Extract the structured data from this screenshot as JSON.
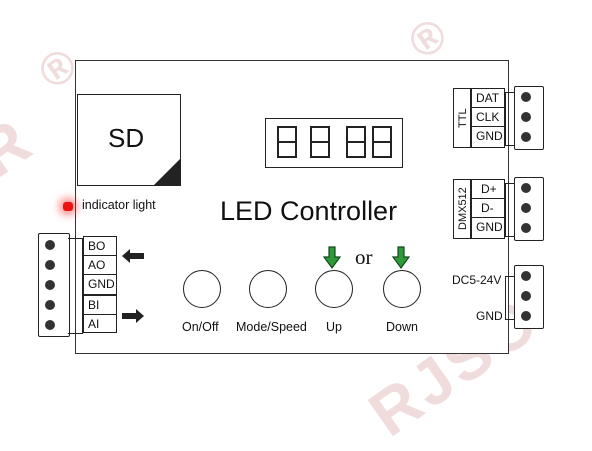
{
  "board": {
    "sd_label": "SD",
    "title": "LED Controller",
    "indicator_label": "indicator light",
    "or_label": "or"
  },
  "buttons": [
    {
      "label": "On/Off"
    },
    {
      "label": "Mode/Speed"
    },
    {
      "label": "Up"
    },
    {
      "label": "Down"
    }
  ],
  "left_terminal": {
    "labels": [
      "BO",
      "AO",
      "GND",
      "BI",
      "AI"
    ]
  },
  "ttl": {
    "group_label": "TTL",
    "labels": [
      "DAT",
      "CLK",
      "GND"
    ]
  },
  "dmx": {
    "group_label": "DMX512",
    "labels": [
      "D+",
      "D-",
      "GND"
    ]
  },
  "power": {
    "labels": [
      "DC5-24V",
      "GND"
    ]
  },
  "watermark": "RJSC",
  "colors": {
    "indicator": "#ee1111",
    "arrow_green": "#2f9a3a",
    "watermark": "#f0dcdc"
  }
}
